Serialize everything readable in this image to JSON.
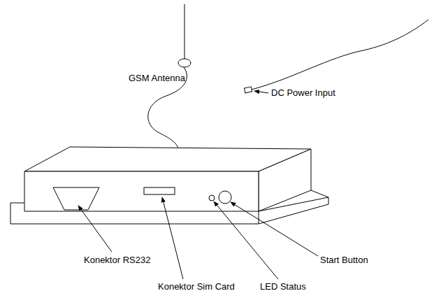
{
  "diagram": {
    "labels": [
      "GSM Antenna",
      "DC Power Input",
      "Konektor RS232",
      "Konektor Sim Card",
      "LED Status",
      "Start Button"
    ]
  }
}
